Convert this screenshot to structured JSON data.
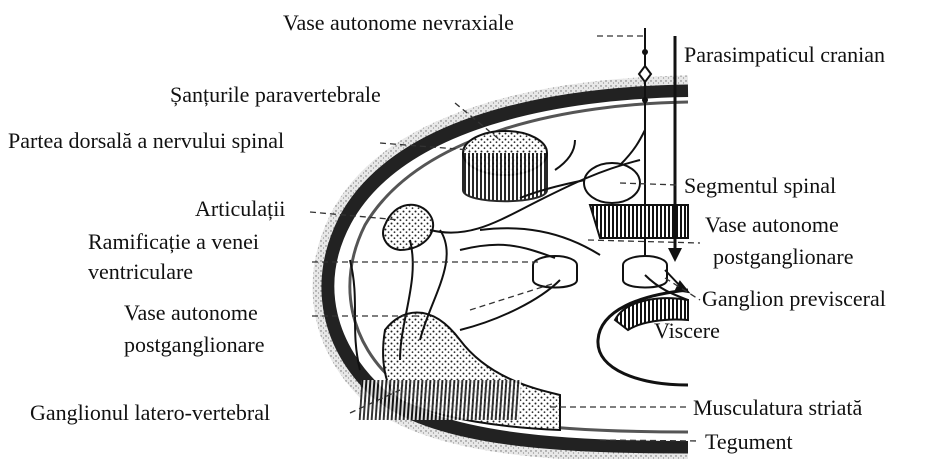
{
  "labels": {
    "vase_nevraxiale": "Vase autonome nevraxiale",
    "parasimpaticul": "Parasimpaticul cranian",
    "santurile": "Șanțurile paravertebrale",
    "partea_dorsala": "Partea dorsală a nervului spinal",
    "segmentul": "Segmentul spinal",
    "articulatii": "Articulații",
    "vase_postgang_right_1": "Vase autonome",
    "vase_postgang_right_2": "postganglionare",
    "ramificatie_1": "Ramificație a venei",
    "ramificatie_2": "ventriculare",
    "ganglion_previsceral": "Ganglion previsceral",
    "vase_postgang_left_1": "Vase autonome",
    "vase_postgang_left_2": "postganglionare",
    "viscere": "Viscere",
    "ganglionul_latero": "Ganglionul latero-vertebral",
    "musculatura": "Musculatura striată",
    "tegument": "Tegument"
  }
}
